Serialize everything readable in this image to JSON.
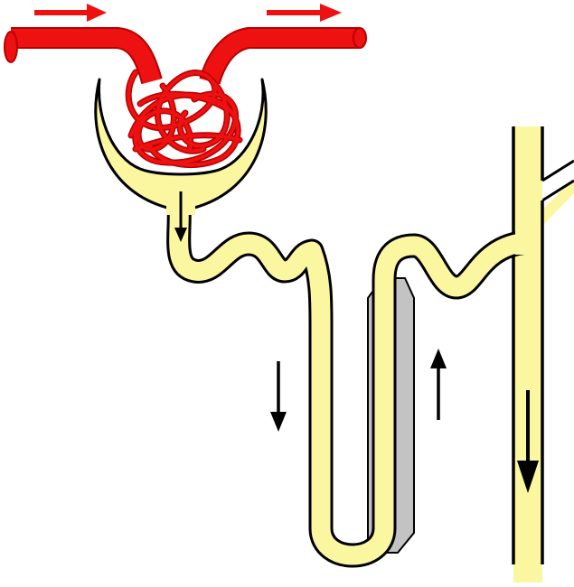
{
  "colors": {
    "tubule_fill": "#fbf6a0",
    "outline": "#000000",
    "blood": "#ee1111",
    "blood_dark": "#b80000",
    "duct_side": "#c3c3c3",
    "arrow_black": "#000000",
    "background": "#ffffff"
  },
  "parts": [
    "afferent-arteriole",
    "efferent-arteriole",
    "glomerulus",
    "bowmans-capsule",
    "proximal-convoluted-tubule",
    "descending-limb",
    "loop-of-henle",
    "ascending-limb",
    "distal-convoluted-tubule",
    "collecting-duct"
  ],
  "flow_arrows": [
    {
      "part": "afferent-arteriole",
      "direction": "right",
      "color": "red"
    },
    {
      "part": "efferent-arteriole",
      "direction": "right",
      "color": "red"
    },
    {
      "part": "capsule-outlet",
      "direction": "down",
      "color": "black"
    },
    {
      "part": "descending-limb",
      "direction": "down",
      "color": "black"
    },
    {
      "part": "ascending-limb",
      "direction": "up",
      "color": "black"
    },
    {
      "part": "collecting-duct",
      "direction": "down",
      "color": "black"
    }
  ]
}
